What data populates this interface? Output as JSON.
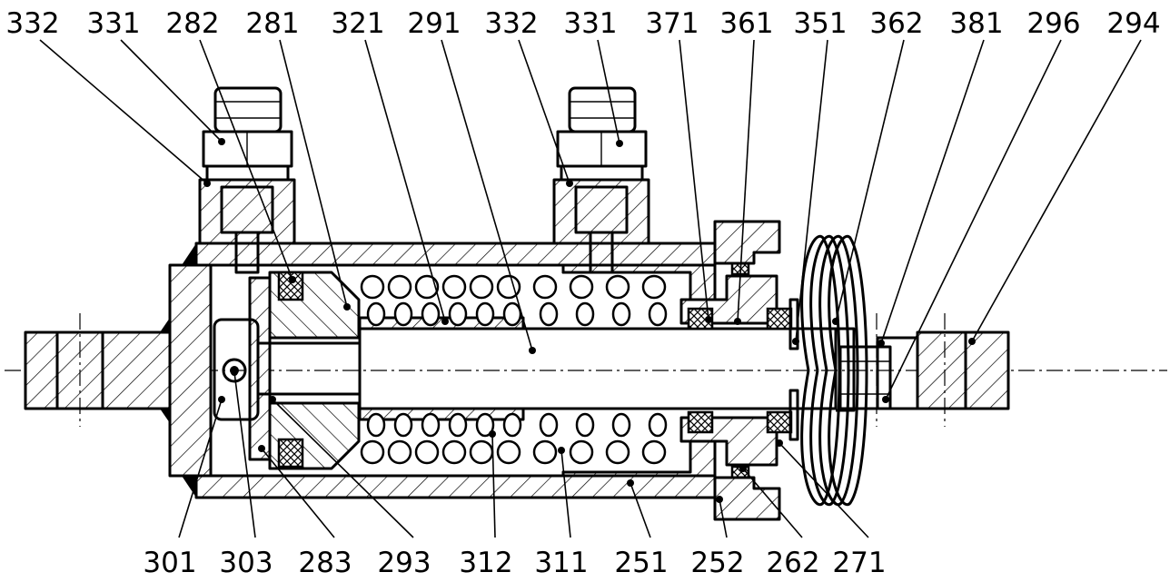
{
  "labels_top": [
    "332",
    "331",
    "282",
    "281",
    "321",
    "291",
    "332",
    "331",
    "371",
    "361",
    "351",
    "362",
    "381",
    "296",
    "294"
  ],
  "labels_bottom": [
    "301",
    "303",
    "283",
    "293",
    "312",
    "311",
    "251",
    "252",
    "262",
    "271"
  ]
}
